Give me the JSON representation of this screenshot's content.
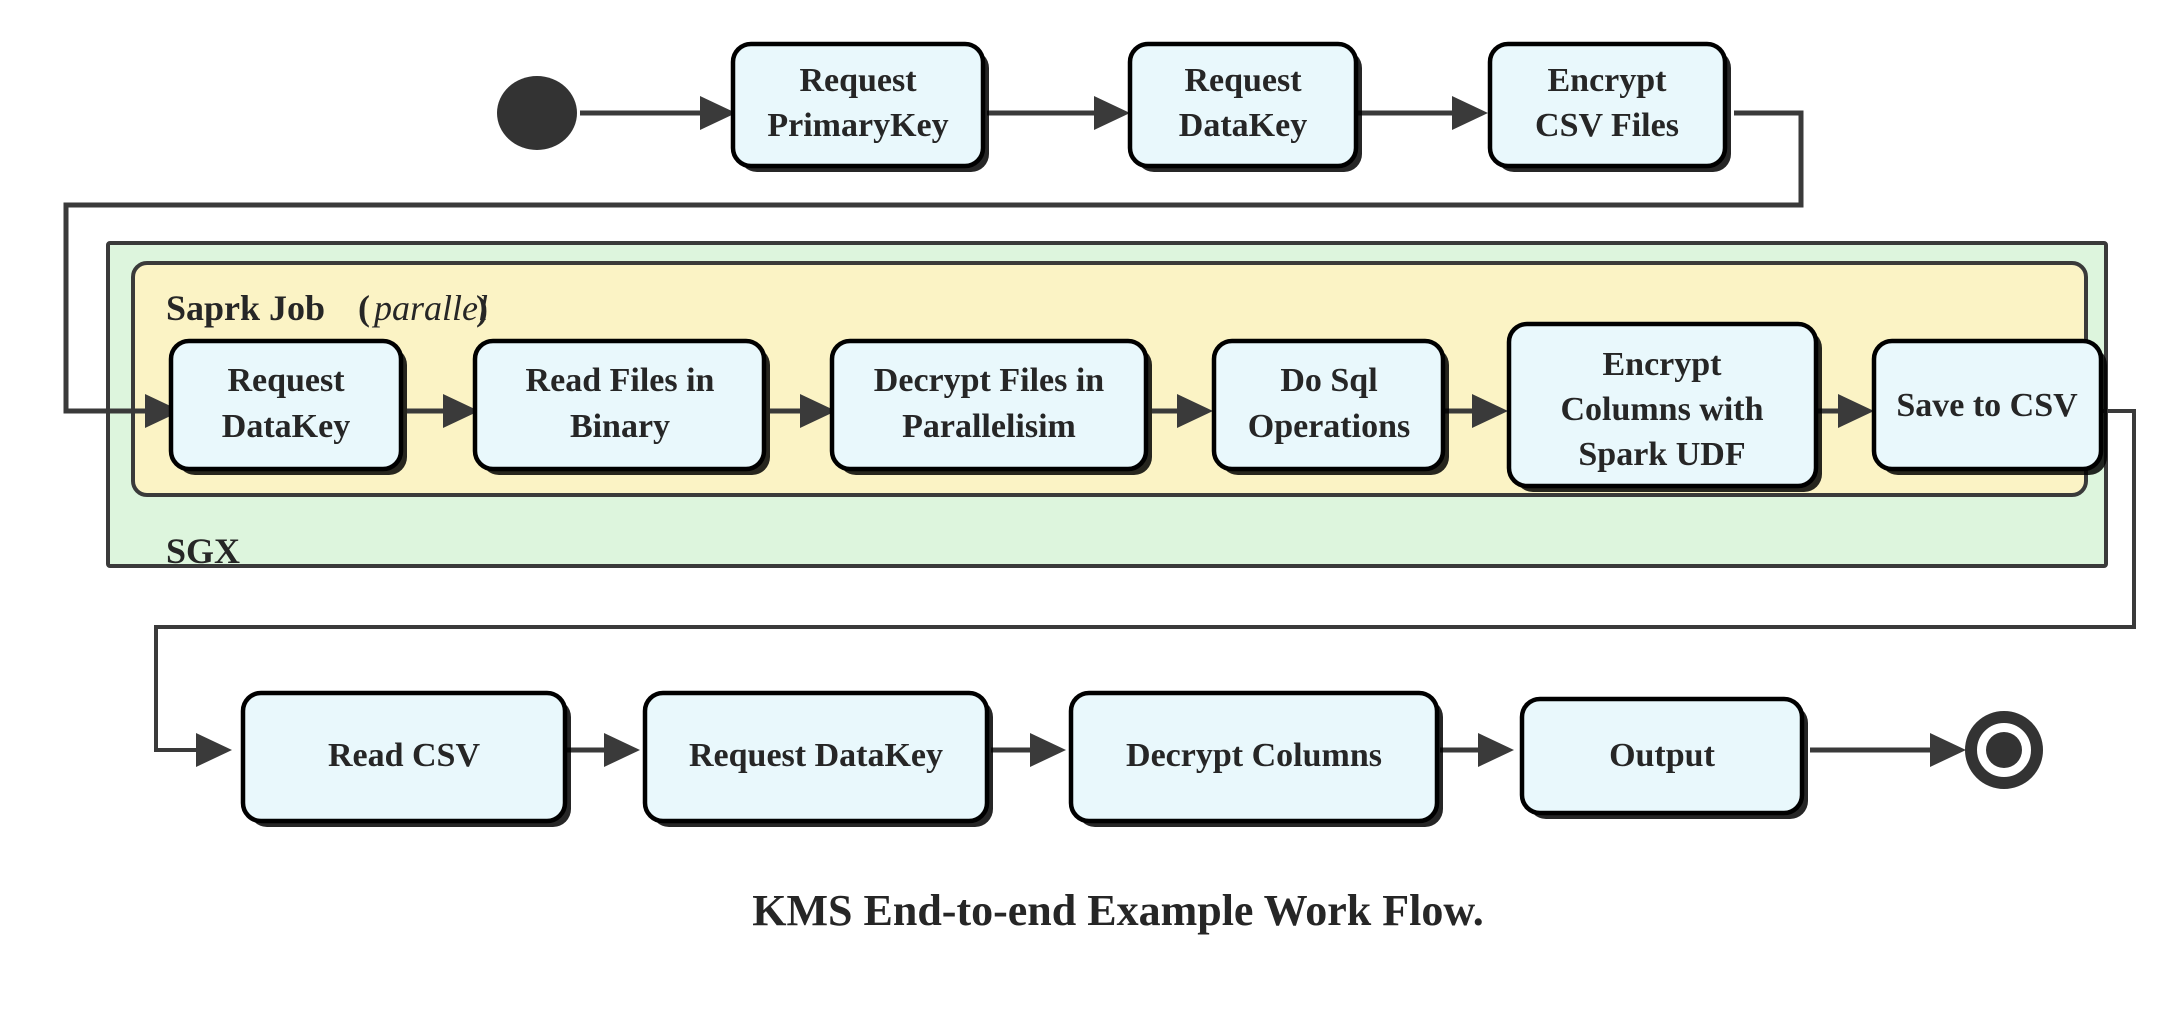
{
  "diagram": {
    "caption": "KMS End-to-end Example Work Flow.",
    "colors": {
      "node_fill": "#e9f8fc",
      "node_stroke": "#000000",
      "sgx_container_fill": "#ddf5dd",
      "spark_container_fill": "#fbf3c5",
      "connector": "#3a3a3a",
      "text": "#262626"
    },
    "markers": {
      "start": "start-node",
      "end": "end-node"
    },
    "containers": {
      "sgx": {
        "label": "SGX"
      },
      "spark": {
        "label_main": "Saprk Job",
        "label_paren_open": "(",
        "label_italic": "parallel",
        "label_paren_close": ")"
      }
    },
    "rows": {
      "top": [
        {
          "id": "request-primarykey",
          "lines": [
            "Request",
            "PrimaryKey"
          ]
        },
        {
          "id": "request-datakey-top",
          "lines": [
            "Request",
            "DataKey"
          ]
        },
        {
          "id": "encrypt-csv-files",
          "lines": [
            "Encrypt",
            "CSV Files"
          ]
        }
      ],
      "middle": [
        {
          "id": "request-datakey-spark",
          "lines": [
            "Request",
            "DataKey"
          ]
        },
        {
          "id": "read-files-in-binary",
          "lines": [
            "Read Files in",
            "Binary"
          ]
        },
        {
          "id": "decrypt-files-in-parallelisim",
          "lines": [
            "Decrypt Files in",
            "Parallelisim"
          ]
        },
        {
          "id": "do-sql-operations",
          "lines": [
            "Do Sql",
            "Operations"
          ]
        },
        {
          "id": "encrypt-columns-with-spark-udf",
          "lines": [
            "Encrypt",
            "Columns with",
            "Spark UDF"
          ]
        },
        {
          "id": "save-to-csv",
          "lines": [
            "Save to CSV"
          ]
        }
      ],
      "bottom": [
        {
          "id": "read-csv",
          "lines": [
            "Read CSV"
          ]
        },
        {
          "id": "request-datakey-bottom",
          "lines": [
            "Request DataKey"
          ]
        },
        {
          "id": "decrypt-columns",
          "lines": [
            "Decrypt Columns"
          ]
        },
        {
          "id": "output",
          "lines": [
            "Output"
          ]
        }
      ]
    }
  },
  "flow_edges": [
    {
      "from": "start-node",
      "to": "request-primarykey"
    },
    {
      "from": "request-primarykey",
      "to": "request-datakey-top"
    },
    {
      "from": "request-datakey-top",
      "to": "encrypt-csv-files"
    },
    {
      "from": "encrypt-csv-files",
      "to": "request-datakey-spark"
    },
    {
      "from": "request-datakey-spark",
      "to": "read-files-in-binary"
    },
    {
      "from": "read-files-in-binary",
      "to": "decrypt-files-in-parallelisim"
    },
    {
      "from": "decrypt-files-in-parallelisim",
      "to": "do-sql-operations"
    },
    {
      "from": "do-sql-operations",
      "to": "encrypt-columns-with-spark-udf"
    },
    {
      "from": "encrypt-columns-with-spark-udf",
      "to": "save-to-csv"
    },
    {
      "from": "save-to-csv",
      "to": "read-csv"
    },
    {
      "from": "read-csv",
      "to": "request-datakey-bottom"
    },
    {
      "from": "request-datakey-bottom",
      "to": "decrypt-columns"
    },
    {
      "from": "decrypt-columns",
      "to": "output"
    },
    {
      "from": "output",
      "to": "end-node"
    }
  ]
}
